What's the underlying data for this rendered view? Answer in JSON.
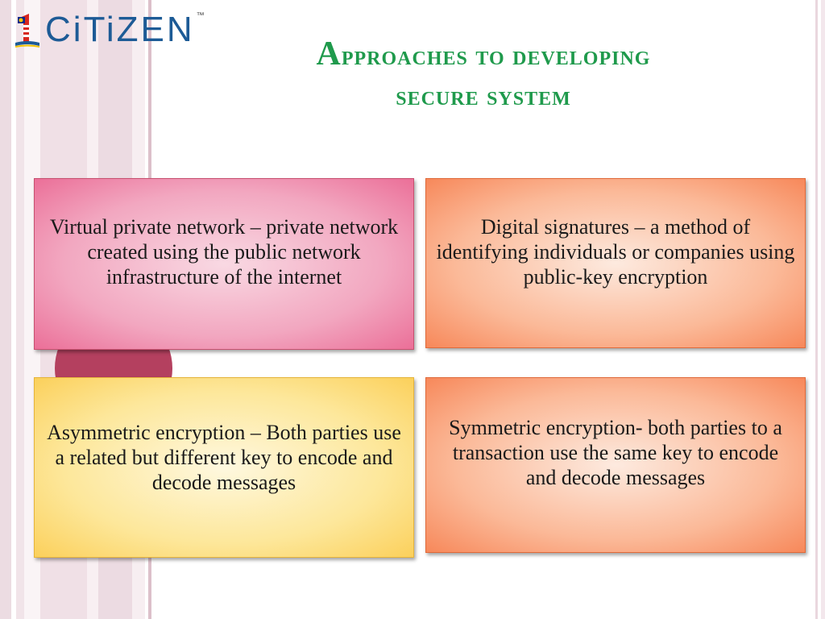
{
  "logo": {
    "text": "1CiTiZEN",
    "trademark": "™"
  },
  "title": {
    "line1": "Approaches to developing",
    "line2": "secure system"
  },
  "boxes": [
    {
      "text": "Virtual private network – private network created using the public network infrastructure of the internet",
      "color": "#f2a7c0"
    },
    {
      "text": "Digital signatures – a method of identifying individuals  or companies using public-key encryption",
      "color": "#fbb998"
    },
    {
      "text": "Asymmetric encryption – Both parties use a related but different key to encode and decode messages",
      "color": "#fde79a"
    },
    {
      "text": "Symmetric encryption- both parties to a transaction use the same key to encode and decode messages",
      "color": "#fbb998"
    }
  ],
  "colors": {
    "title": "#1f9a4c",
    "logo": "#1d5b96",
    "accent_circle": "#b4405f"
  }
}
